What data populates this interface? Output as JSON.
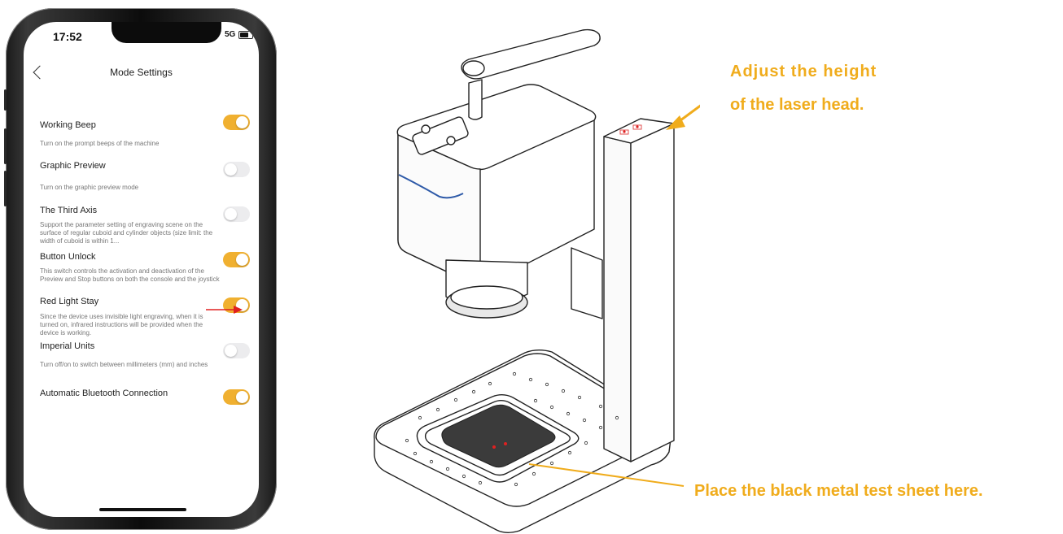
{
  "status_bar": {
    "time": "17:52",
    "network": "5G"
  },
  "nav": {
    "title": "Mode Settings"
  },
  "settings": [
    {
      "title": "Working Beep",
      "desc": "Turn on the prompt beeps of the machine",
      "on": true
    },
    {
      "title": "Graphic Preview",
      "desc": "Turn on the graphic preview mode",
      "on": false
    },
    {
      "title": "The Third Axis",
      "desc": "Support the parameter setting of engraving scene on the surface of regular cuboid and cylinder objects (size limit: the width of cuboid is within 1...",
      "on": false
    },
    {
      "title": "Button Unlock",
      "desc": "This switch controls the activation and deactivation of the Preview and Stop buttons on both the console and the joystick",
      "on": true
    },
    {
      "title": "Red Light Stay",
      "desc": "Since the device uses invisible light engraving, when it is turned on, infrared instructions will be provided when the device is working.",
      "on": true
    },
    {
      "title": "Imperial Units",
      "desc": "Turn off/on to switch between millimeters (mm) and inches",
      "on": false
    },
    {
      "title": "Automatic Bluetooth Connection",
      "desc": "",
      "on": true
    }
  ],
  "callouts": {
    "height_line1": "Adjust the height",
    "height_line2": "of the laser head.",
    "sheet": "Place the black metal test sheet here."
  },
  "colors": {
    "accent": "#f0b030",
    "callout": "#f0ac1c",
    "arrow_red": "#e02020",
    "toggle_off": "#ececee"
  }
}
